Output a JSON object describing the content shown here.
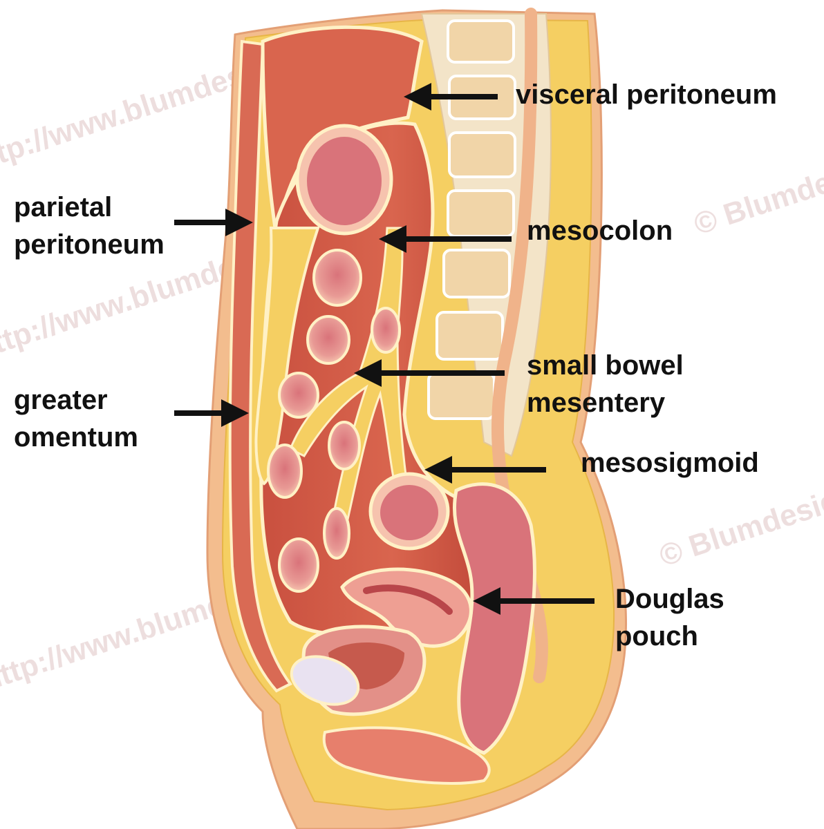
{
  "labels": {
    "visceral_peritoneum": [
      "visceral peritoneum"
    ],
    "parietal_peritoneum": [
      "parietal",
      "peritoneum"
    ],
    "mesocolon": [
      "mesocolon"
    ],
    "small_bowel_mesentery": [
      "small bowel",
      "mesentery"
    ],
    "greater_omentum": [
      "greater",
      "omentum"
    ],
    "mesosigmoid": [
      "mesosigmoid"
    ],
    "douglas_pouch": [
      "Douglas",
      "pouch"
    ]
  },
  "watermark": {
    "site": "http://www.blumdesign.com",
    "copyright": "© Blumdesign, LLC"
  },
  "colors": {
    "skin": "#f3bd8e",
    "muscle": "#d96a54",
    "fat": "#f5cf62",
    "membrane": "#fff1c6",
    "bowel_lumen": "#e39088",
    "bone": "#f4ddb9",
    "arrow": "#111111",
    "label_text": "#111111",
    "watermark": "#e8d3d3"
  }
}
